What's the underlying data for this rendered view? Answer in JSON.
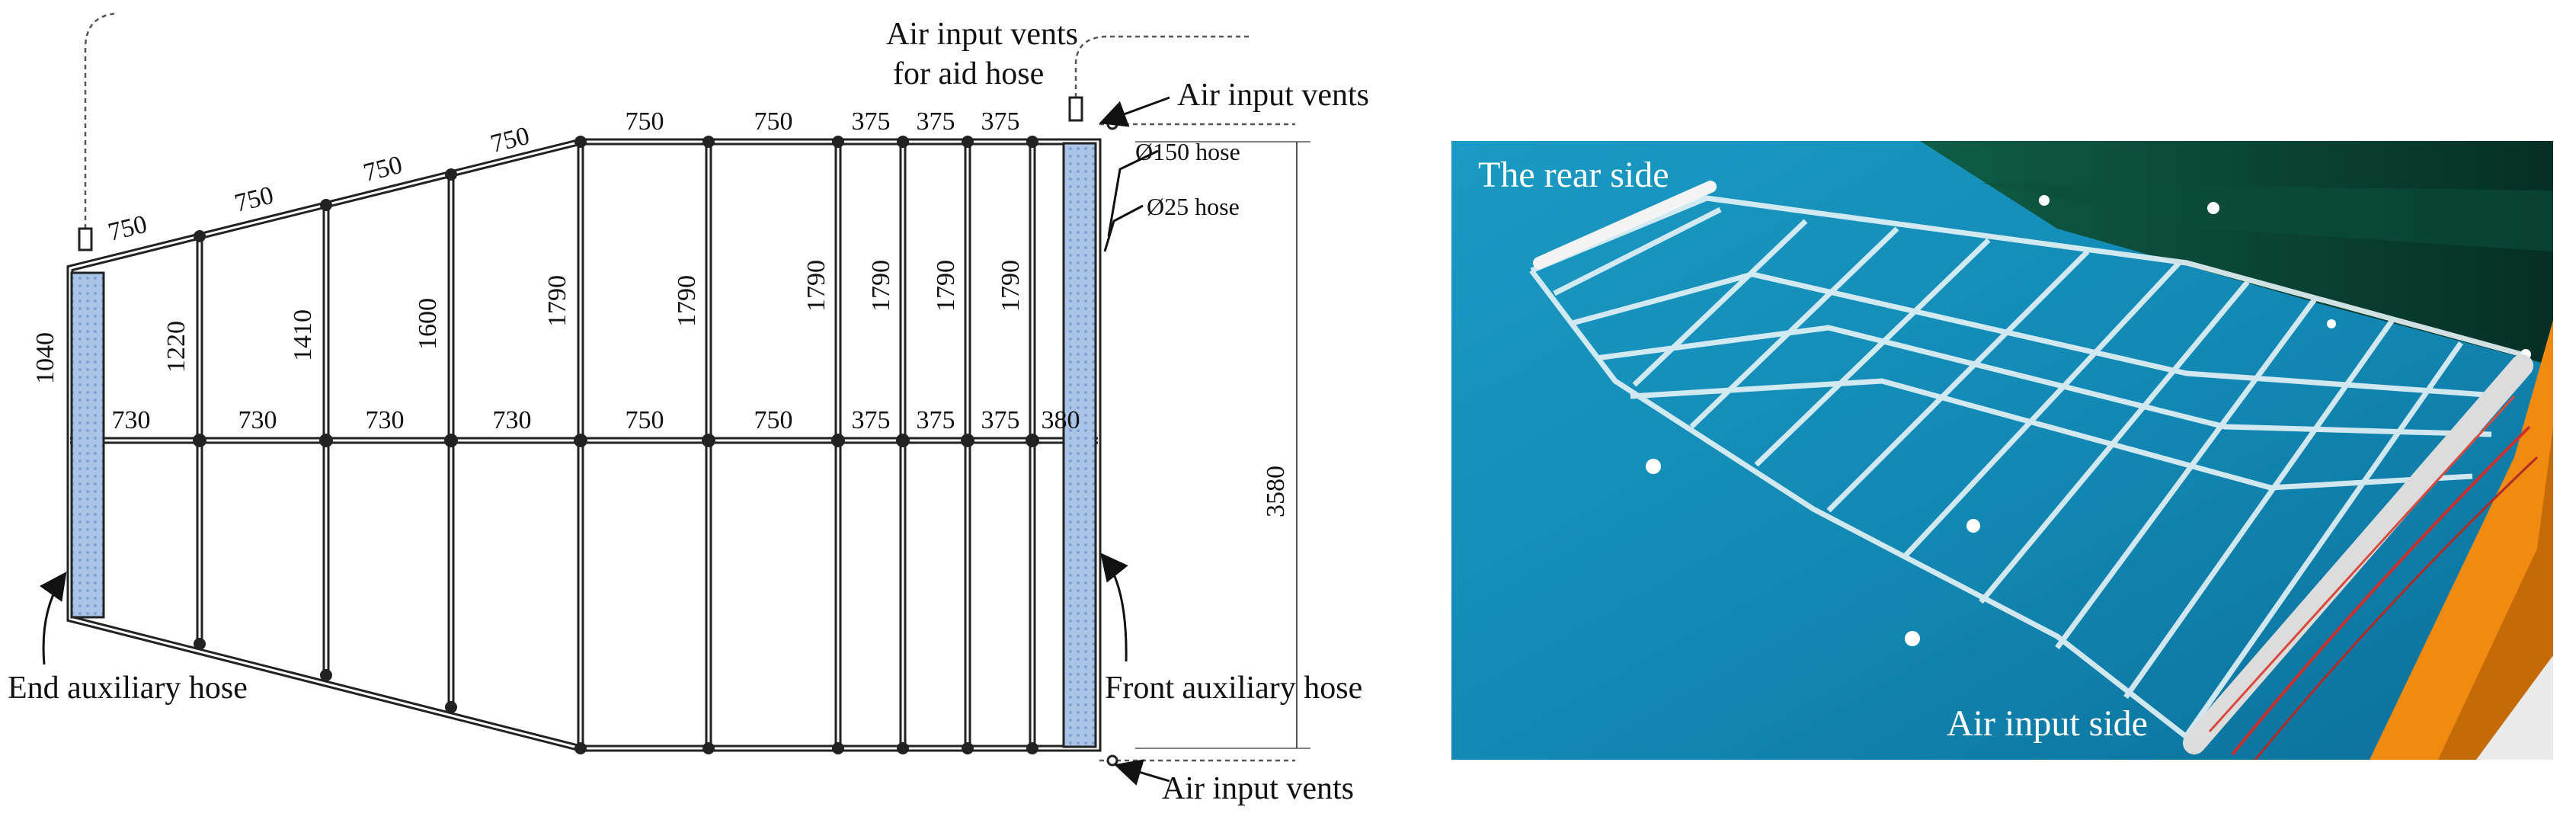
{
  "diagram": {
    "callouts": {
      "air_vents_aid_line1": "Air input vents",
      "air_vents_aid_line2": "for aid hose",
      "air_vents_top": "Air input vents",
      "air_vents_bottom": "Air input vents",
      "hose_150": "Ø150 hose",
      "hose_25": "Ø25 hose",
      "end_aux_hose": "End auxiliary hose",
      "front_aux_hose": "Front auxiliary hose",
      "overall_width": "3580"
    },
    "top_lengths": [
      "750",
      "750",
      "750",
      "750",
      "750",
      "750",
      "375",
      "375",
      "375"
    ],
    "mid_lengths": [
      "730",
      "730",
      "730",
      "730",
      "750",
      "750",
      "375",
      "375",
      "375",
      "380"
    ],
    "heights": [
      "1040",
      "1220",
      "1410",
      "1600",
      "1790",
      "1790",
      "1790",
      "1790",
      "1790",
      "1790"
    ]
  },
  "photo": {
    "rear_side": "The rear side",
    "air_input_side": "Air input side"
  },
  "colors": {
    "aux_hose_fill": "#a9c4e6",
    "water": "#1d8fb8",
    "rail": "#f08a10"
  }
}
